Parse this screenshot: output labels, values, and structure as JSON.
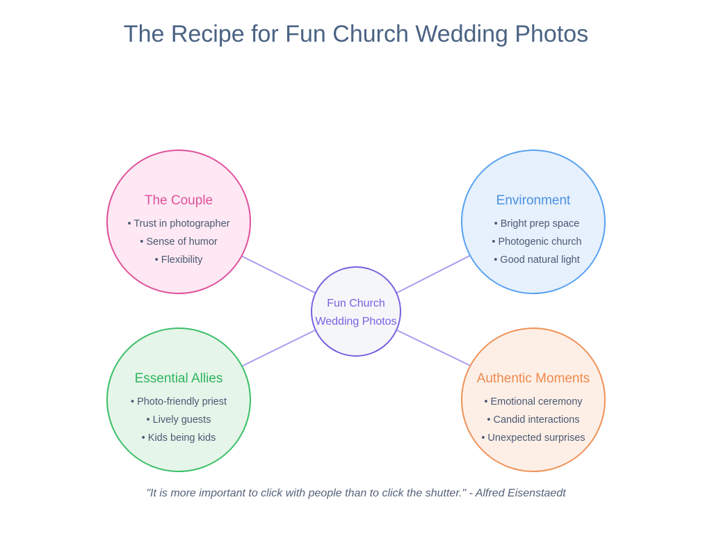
{
  "title": "The Recipe for Fun Church Wedding Photos",
  "center": {
    "lines": [
      "Fun Church",
      "Wedding Photos"
    ]
  },
  "nodes": [
    {
      "id": "couple",
      "title": "The Couple",
      "items": [
        "• Trust in photographer",
        "• Sense of humor",
        "• Flexibility"
      ],
      "stroke": "#e0529c",
      "fill": "#fde8f3",
      "title_color": "#e0529c"
    },
    {
      "id": "environment",
      "title": "Environment",
      "items": [
        "• Bright prep space",
        "• Photogenic church",
        "• Good natural light"
      ],
      "stroke": "#5aa2f0",
      "fill": "#e6f1fd",
      "title_color": "#4a90e2"
    },
    {
      "id": "allies",
      "title": "Essential Allies",
      "items": [
        "• Photo-friendly priest",
        "• Lively guests",
        "• Kids being kids"
      ],
      "stroke": "#3cc06a",
      "fill": "#e6f5e9",
      "title_color": "#2db45d"
    },
    {
      "id": "moments",
      "title": "Authentic Moments",
      "items": [
        "• Emotional ceremony",
        "• Candid interactions",
        "• Unexpected surprises"
      ],
      "stroke": "#f0935a",
      "fill": "#fdefe6",
      "title_color": "#ee8a4e"
    }
  ],
  "colors": {
    "connector": "#a99cf0",
    "center_stroke": "#7b5fe0",
    "center_fill": "#f4f6fa",
    "center_text": "#7b5fe0",
    "item_text": "#4a5873",
    "title_text": "#4a6283"
  },
  "quote": "\"It is more important to click with people than to click the shutter.\" - Alfred Eisenstaedt"
}
